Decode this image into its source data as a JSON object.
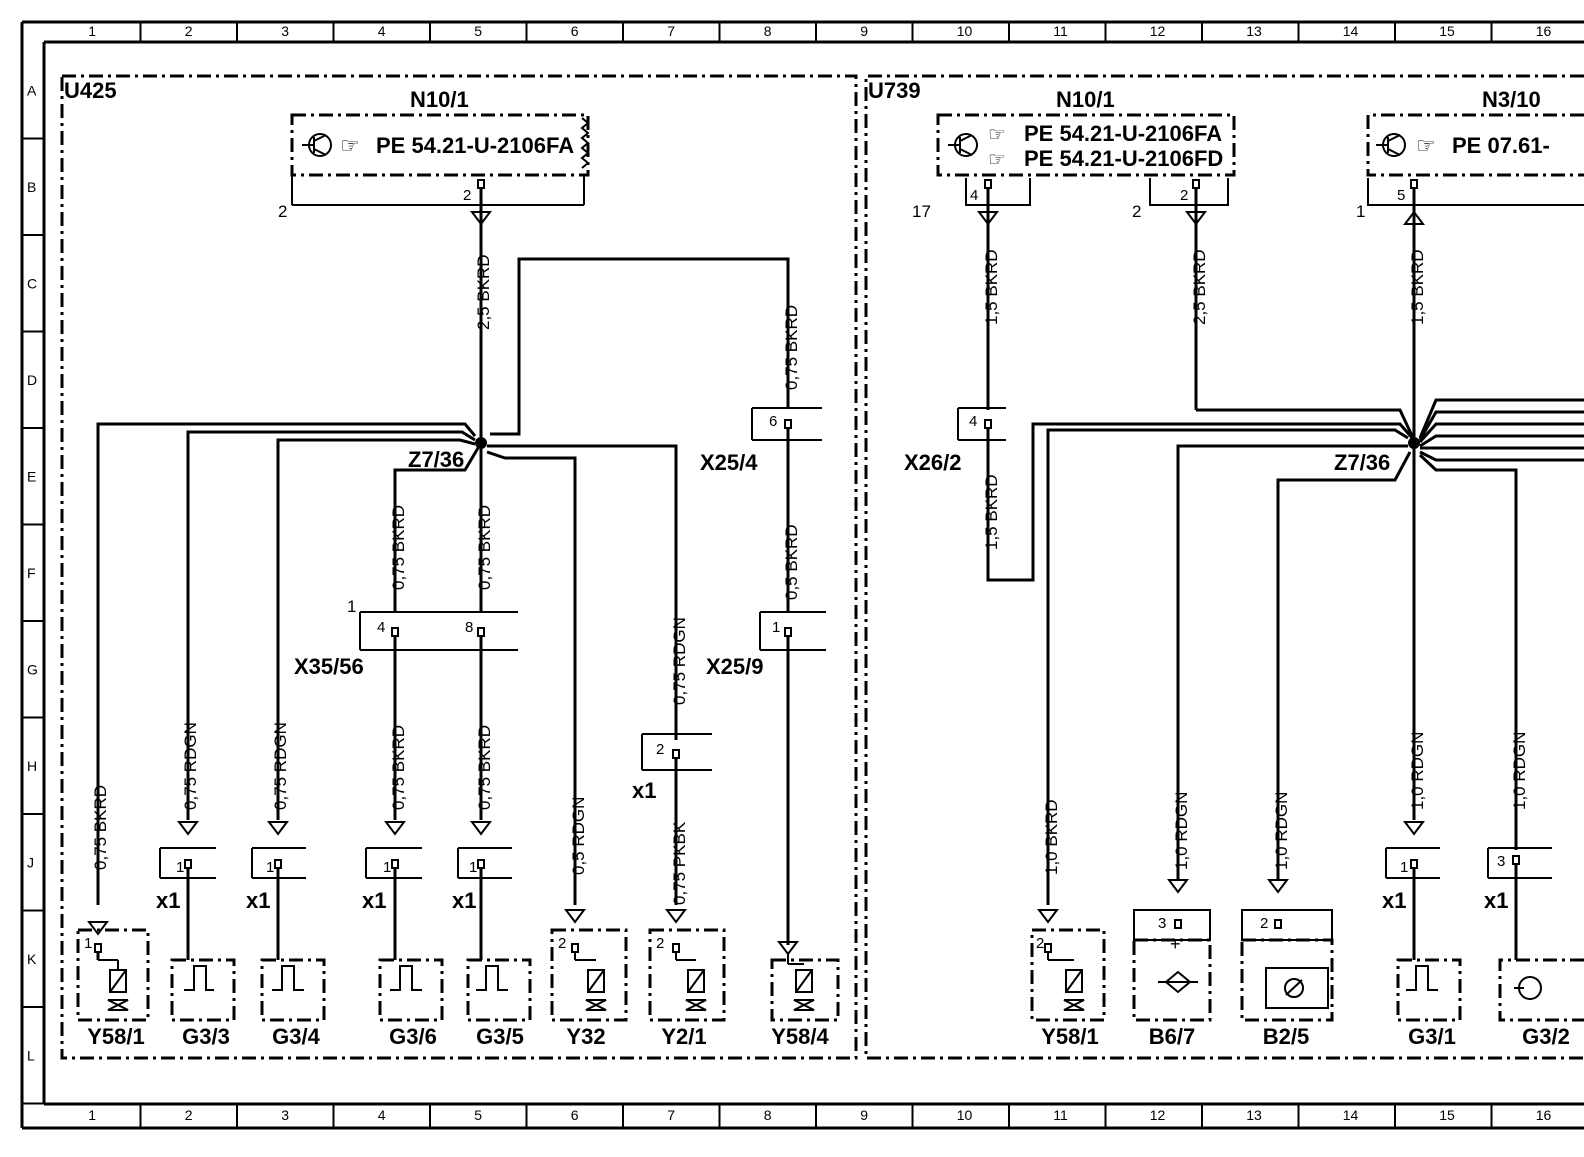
{
  "grid": {
    "columns": [
      "1",
      "2",
      "3",
      "4",
      "5",
      "6",
      "7",
      "8",
      "9",
      "10",
      "11",
      "12",
      "13",
      "14",
      "15",
      "16"
    ],
    "rows": [
      "A",
      "B",
      "C",
      "D",
      "E",
      "F",
      "G",
      "H",
      "J",
      "K",
      "L"
    ]
  },
  "sections": {
    "u425": "U425",
    "u739": "U739"
  },
  "modules": {
    "left_n10_1": "N10/1",
    "left_pe": "PE  54.21-U-2106FA",
    "right_n10_1": "N10/1",
    "right_pe1": "PE  54.21-U-2106FA",
    "right_pe2": "PE  54.21-U-2106FD",
    "n3_10": "N3/10",
    "n3_pe": "PE  07.61-"
  },
  "splices": {
    "left": "Z7/36",
    "right": "Z7/36"
  },
  "connectors": {
    "x25_4": "X25/4",
    "x35_56": "X35/56",
    "x25_9": "X25/9",
    "x26_2": "X26/2",
    "x1": "x1"
  },
  "wires": {
    "w_2_5_bkrd": "2,5 BKRD",
    "w_0_75_bkrd": "0,75 BKRD",
    "w_0_75_rdgn": "0,75 RDGN",
    "w_0_5_bkrd": "0,5 BKRD",
    "w_0_5_rdgn": "0,5 RDGN",
    "w_0_75_pkbk": "0,75 PKBK",
    "w_1_5_bkrd": "1,5 BKRD",
    "w_1_0_bkrd": "1,0 BKRD",
    "w_1_0_rdgn": "1,0 RDGN"
  },
  "pins": {
    "p1": "1",
    "p2": "2",
    "p3": "3",
    "p4": "4",
    "p5": "5",
    "p6": "6",
    "p8": "8",
    "p17": "17"
  },
  "components": {
    "left": [
      "Y58/1",
      "G3/3",
      "G3/4",
      "G3/6",
      "G3/5",
      "Y32",
      "Y2/1",
      "Y58/4"
    ],
    "right": [
      "Y58/1",
      "B6/7",
      "B2/5",
      "G3/1",
      "G3/2"
    ]
  }
}
